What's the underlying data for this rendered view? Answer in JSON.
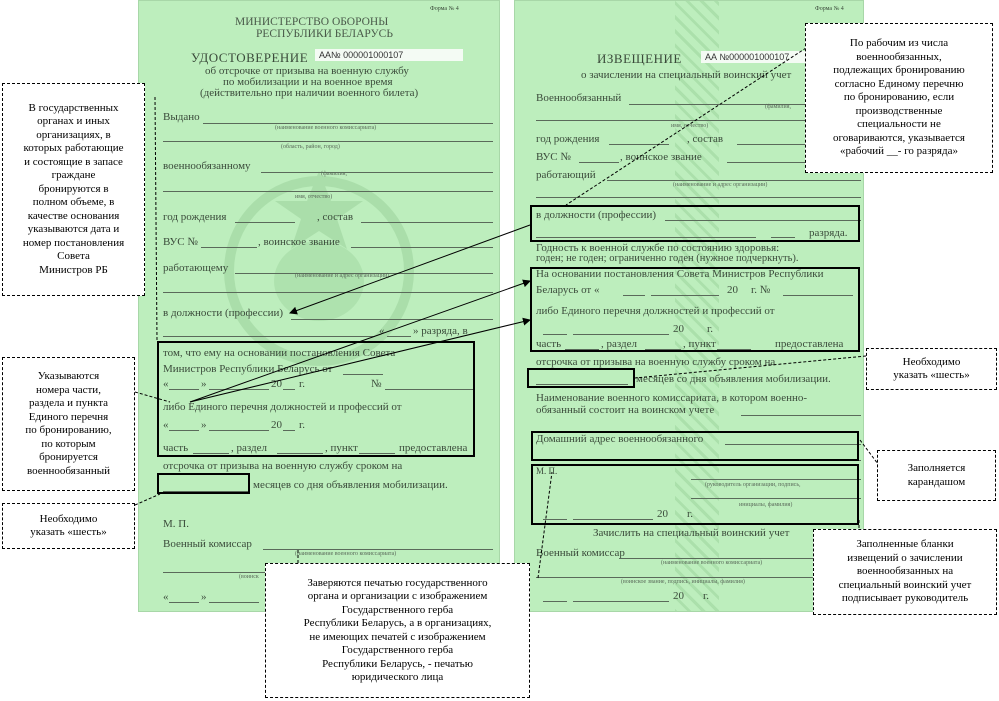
{
  "left_form": {
    "form_no": "Форма № 4",
    "ministry_line1": "МИНИСТЕРСТВО ОБОРОНЫ",
    "ministry_line2": "РЕСПУБЛИКИ БЕЛАРУСЬ",
    "doc_title": "УДОСТОВЕРЕНИЕ",
    "serial": "АА№ 000001000107",
    "subtitle1": "об отсрочке от призыва на военную службу",
    "subtitle2": "по мобилизации и на военное время",
    "subtitle3": "(действительно при наличии военного билета)",
    "issued_label": "Выдано",
    "hint_commissariat": "(наименование военного комиссариата)",
    "hint_region": "(область, район, город)",
    "to_serviceman": "военнообязанному",
    "hint_surname": "(фамилия,",
    "hint_name": "имя, отчество)",
    "birth_year": "год рождения",
    "composition": ", состав",
    "vus": "ВУС №",
    "rank": ", воинское звание",
    "working": "работающему",
    "hint_org": "(наименование и адрес организации)",
    "position": "в должности (профессии)",
    "grade_quote": "«",
    "grade_rest": "» разряда, в",
    "basis1": "том, что ему на основании постановления Совета",
    "basis2": "Министров  Республики  Беларусь  от",
    "date_q1": "«",
    "date_q2": "»",
    "year": "20",
    "year_g": "г.",
    "number_sign": "№",
    "either": "либо  Единого  перечня  должностей  и  профессий  от",
    "part": "часть",
    "section": ", раздел",
    "item": ", пункт",
    "granted": "предоставлена",
    "deferral": "отсрочка  от  призыва  на  военную  службу  сроком  на",
    "months": "месяцев со дня объявления мобилизации.",
    "stamp": "М. П.",
    "commissar": "Военный комиссар",
    "hint_commissar": "(наименование военного комиссариата)",
    "hint_bottom": "(воинск"
  },
  "right_form": {
    "form_no": "Форма № 4",
    "doc_title": "ИЗВЕЩЕНИЕ",
    "serial": "АА №000001000107",
    "subtitle": "о зачислении на специальный воинский учет",
    "serviceman": "Военнообязанный",
    "hint_surname": "(фамилия,",
    "hint_name": "имя, отчество)",
    "birth_year": "год рождения",
    "composition": ", состав",
    "vus": "ВУС №",
    "rank": ", воинское звание",
    "working": "работающий",
    "hint_org": "(наименование и адрес организации)",
    "position": "в должности (профессии)",
    "grade": "разряда.",
    "fitness1": "Годность к военной службе по состоянию здоровья:",
    "fitness2": "годен;    не годен;   ограниченно годен (нужное подчеркнуть).",
    "basis1": "На основании постановления Совета Министров Республики",
    "basis2": "Беларусь  от  «",
    "year": "20",
    "number_sign": "г.  №",
    "either": "либо  Единого  перечня  должностей  и  профессий  от",
    "year_g": "г.",
    "part": "часть",
    "section": ", раздел",
    "item": ", пункт",
    "granted": "предоставлена",
    "deferral": "отсрочка  от  призыва  на  военную  службу  сроком  на",
    "months": "месяцев со дня объявления мобилизации.",
    "commissariat1": "Наименование военного комиссариата, в котором  военно-",
    "commissariat2": "обязанный состоит на воинском учете",
    "home_address": "Домашний адрес военнообязанного",
    "stamp": "М. П.",
    "hint_head": "(руководитель организации, подпись,",
    "hint_initials": "инициалы, фамилия)",
    "enroll": "Зачислить на специальный воинский учет",
    "commissar": "Военный комиссар",
    "hint_commissar": "(наименование военного комиссариата)",
    "hint_bottom": "(воинское звание, подпись, инициалы, фамилия)"
  },
  "callouts": {
    "gov_bodies": "В государственных\nорганах и иных\nорганизациях, в\nкоторых работающие\nи состоящие в запасе\nграждане\nбронируются в\nполном объеме, в\nкачестве основания\nуказываются дата и\nномер постановления\nСовета\nМинистров РБ",
    "part_numbers": "Указываются\nномера части,\nраздела и пункта\nЕдиного перечня\nпо бронированию,\nпо которым\nбронируется\nвоеннообязанный",
    "six_left": "Необходимо\nуказать «шесть»",
    "workers": "По рабочим из числа\nвоеннообязанных,\nподлежащих бронированию\nсогласно Единому перечню\nпо бронированию, если\nпроизводственные\nспециальности не\nоговариваются, указывается\n«рабочий __- го разряда»",
    "six_right": "Необходимо\nуказать «шесть»",
    "pencil": "Заполняется\nкарандашом",
    "signed": "Заполненные бланки\nизвещений о зачислении\nвоеннообязанных на\nспециальный воинский учет\nподписывает руководитель",
    "seal": "Заверяются печатью государственного\nоргана и организации с изображением\nГосударственного герба\nРеспублики Беларусь, а в организациях,\nне имеющих печатей с изображением\nГосударственного герба\nРеспублики Беларусь, - печатью\nюридического лица"
  }
}
